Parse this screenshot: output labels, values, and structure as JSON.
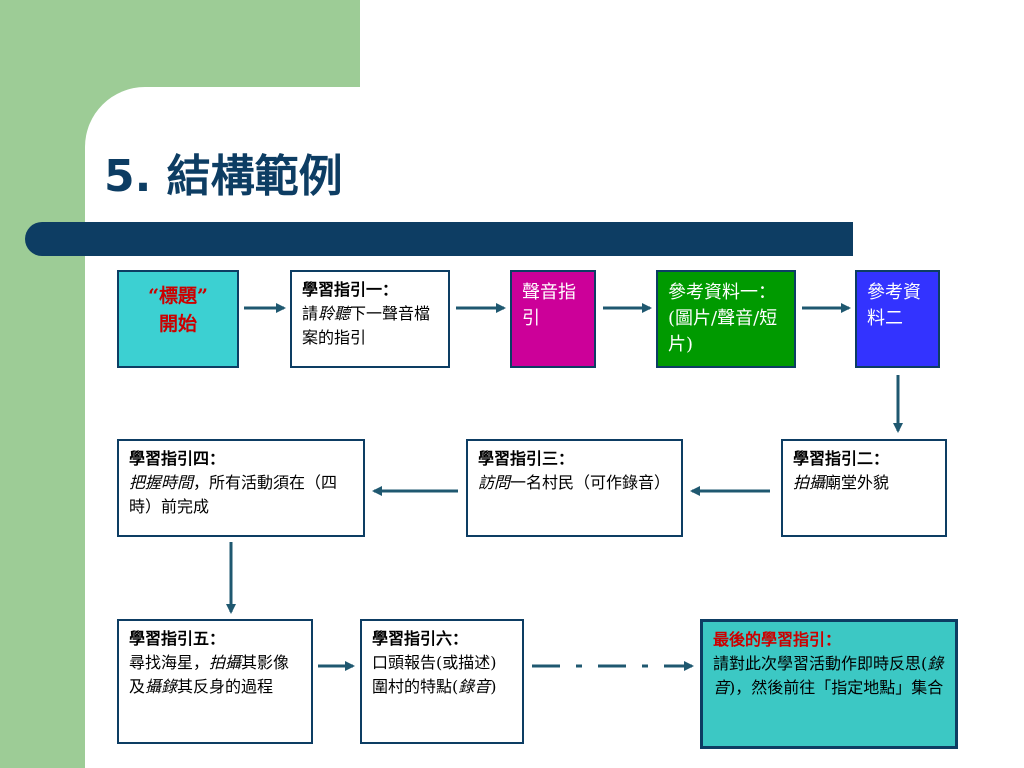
{
  "title": "5. 結構範例",
  "boxes": {
    "start": {
      "line1": "“標題”",
      "line2": "開始"
    },
    "guide1": {
      "head": "學習指引一：",
      "pre": "請",
      "em": "聆聽",
      "rest": "下一聲音檔案的指引"
    },
    "sound": {
      "text": "聲音指引"
    },
    "ref1": {
      "text": "參考資料一：(圖片/聲音/短片)"
    },
    "ref2": {
      "text": "參考資料二"
    },
    "guide2": {
      "head": "學習指引二：",
      "em": "拍攝",
      "rest": "廟堂外貌"
    },
    "guide3": {
      "head": "學習指引三：",
      "em": "訪問",
      "rest": "一名村民（可作錄音）"
    },
    "guide4": {
      "head": "學習指引四：",
      "em": "把握時間",
      "rest": "，所有活動須在（四時）前完成"
    },
    "guide5": {
      "head": "學習指引五：",
      "pre": "尋找海星，",
      "em1": "拍攝",
      "mid": "其影像及",
      "em2": "攝錄",
      "rest": "其反身的過程"
    },
    "guide6": {
      "head": "學習指引六：",
      "pre": "口頭報告(或描述)圍村的特點(",
      "em": "錄音",
      "rest": ")"
    },
    "last": {
      "head": "最後的學習指引：",
      "pre": "請對此次學習活動作即時反思(",
      "em": "錄音",
      "rest": ")，然後前往「指定地點」集合"
    }
  },
  "colors": {
    "dark_blue": "#0d3d63",
    "side_green": "#9dcc96",
    "cyan": "#3cd0d2",
    "magenta": "#cc0099",
    "green": "#009a00",
    "blue": "#3333ff",
    "red": "#cc0000",
    "arrow": "#1f5870"
  }
}
